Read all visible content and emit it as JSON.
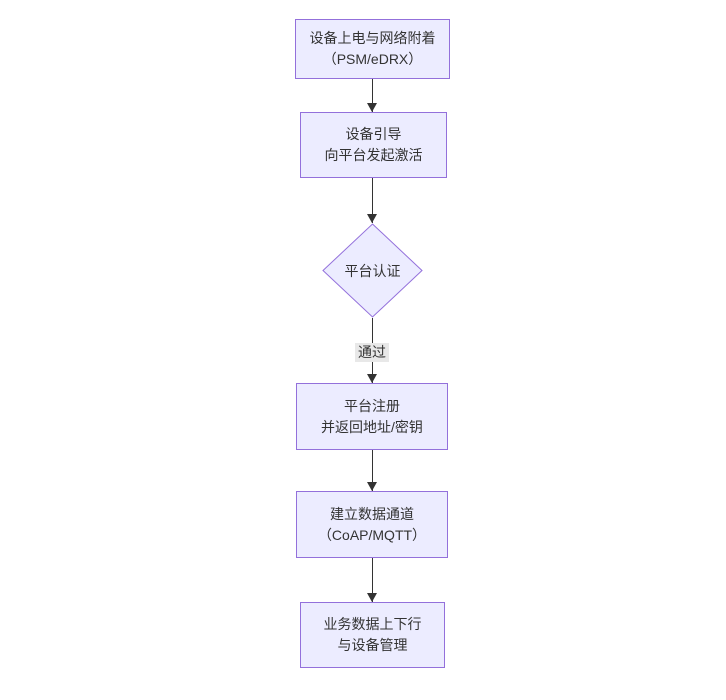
{
  "diagram": {
    "type": "flowchart",
    "direction": "top-down",
    "colors": {
      "node_fill": "#ECECFF",
      "node_border": "#9370DB",
      "edge_line": "#333333",
      "text": "#333333",
      "edge_label_bg": "#e8e8e8",
      "background": "#ffffff"
    },
    "nodes": [
      {
        "id": "power-attach",
        "shape": "rect",
        "line1": "设备上电与网络附着",
        "line2": "（PSM/eDRX）"
      },
      {
        "id": "bootstrap",
        "shape": "rect",
        "line1": "设备引导",
        "line2": "向平台发起激活"
      },
      {
        "id": "auth",
        "shape": "diamond",
        "line1": "平台认证",
        "line2": ""
      },
      {
        "id": "register",
        "shape": "rect",
        "line1": "平台注册",
        "line2": "并返回地址/密钥"
      },
      {
        "id": "channel",
        "shape": "rect",
        "line1": "建立数据通道",
        "line2": "（CoAP/MQTT）"
      },
      {
        "id": "business",
        "shape": "rect",
        "line1": "业务数据上下行",
        "line2": "与设备管理"
      }
    ],
    "edges": [
      {
        "from": "power-attach",
        "to": "bootstrap",
        "label": ""
      },
      {
        "from": "bootstrap",
        "to": "auth",
        "label": ""
      },
      {
        "from": "auth",
        "to": "register",
        "label": "通过"
      },
      {
        "from": "register",
        "to": "channel",
        "label": ""
      },
      {
        "from": "channel",
        "to": "business",
        "label": ""
      }
    ]
  }
}
